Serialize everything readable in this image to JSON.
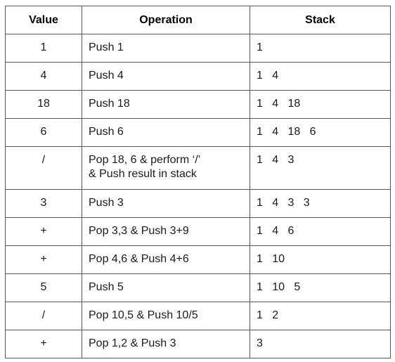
{
  "table": {
    "headers": [
      "Value",
      "Operation",
      "Stack"
    ],
    "rows": [
      {
        "value": "1",
        "operation": "Push 1",
        "stack": "1"
      },
      {
        "value": "4",
        "operation": "Push 4",
        "stack": "1   4"
      },
      {
        "value": "18",
        "operation": "Push 18",
        "stack": "1   4   18"
      },
      {
        "value": "6",
        "operation": "Push 6",
        "stack": "1   4   18   6"
      },
      {
        "value": "/",
        "operation": "Pop 18, 6 & perform ‘/’\n& Push result in stack",
        "stack": "1   4   3"
      },
      {
        "value": "3",
        "operation": "Push 3",
        "stack": "1   4   3   3"
      },
      {
        "value": "+",
        "operation": "Pop 3,3 & Push 3+9",
        "stack": "1   4   6"
      },
      {
        "value": "+",
        "operation": "Pop 4,6 & Push 4+6",
        "stack": "1   10"
      },
      {
        "value": "5",
        "operation": "Push 5",
        "stack": "1   10   5"
      },
      {
        "value": "/",
        "operation": "Pop 10,5 & Push 10/5",
        "stack": "1   2"
      },
      {
        "value": "+",
        "operation": "Pop 1,2 & Push 3",
        "stack": "3"
      }
    ]
  }
}
